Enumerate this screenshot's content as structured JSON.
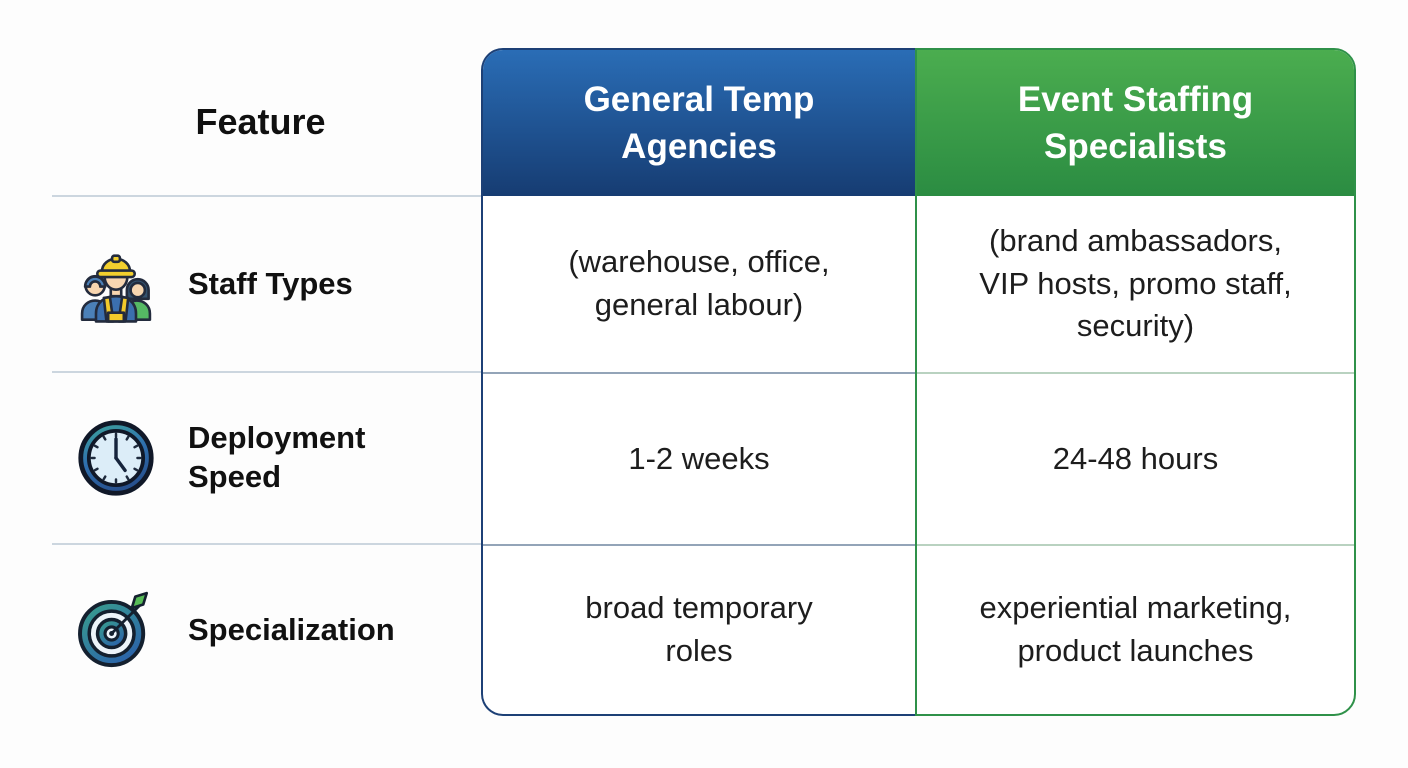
{
  "table": {
    "feature_column": {
      "header": "Feature",
      "rows": [
        {
          "icon": "workers-icon",
          "label": "Staff Types"
        },
        {
          "icon": "clock-icon",
          "label": "Deployment\nSpeed"
        },
        {
          "icon": "target-icon",
          "label": "Specialization"
        }
      ]
    },
    "columns": [
      {
        "id": "general-temp-agencies",
        "header": "General Temp\nAgencies",
        "colors": {
          "border": "#1d4076",
          "header_top": "#2a6db6",
          "header_bottom": "#163c72",
          "divider": "#93a4b8"
        },
        "cells": [
          "(warehouse, office,\ngeneral labour)",
          "1-2 weeks",
          "broad temporary\nroles"
        ]
      },
      {
        "id": "event-staffing-specialists",
        "header": "Event Staffing\nSpecialists",
        "colors": {
          "border": "#2f9149",
          "header_top": "#4bad4f",
          "header_bottom": "#2b8c42",
          "divider": "#b9d2c0"
        },
        "cells": [
          "(brand ambassadors,\nVIP hosts, promo staff,\nsecurity)",
          "24-48 hours",
          "experiential marketing,\nproduct launches"
        ]
      }
    ]
  }
}
